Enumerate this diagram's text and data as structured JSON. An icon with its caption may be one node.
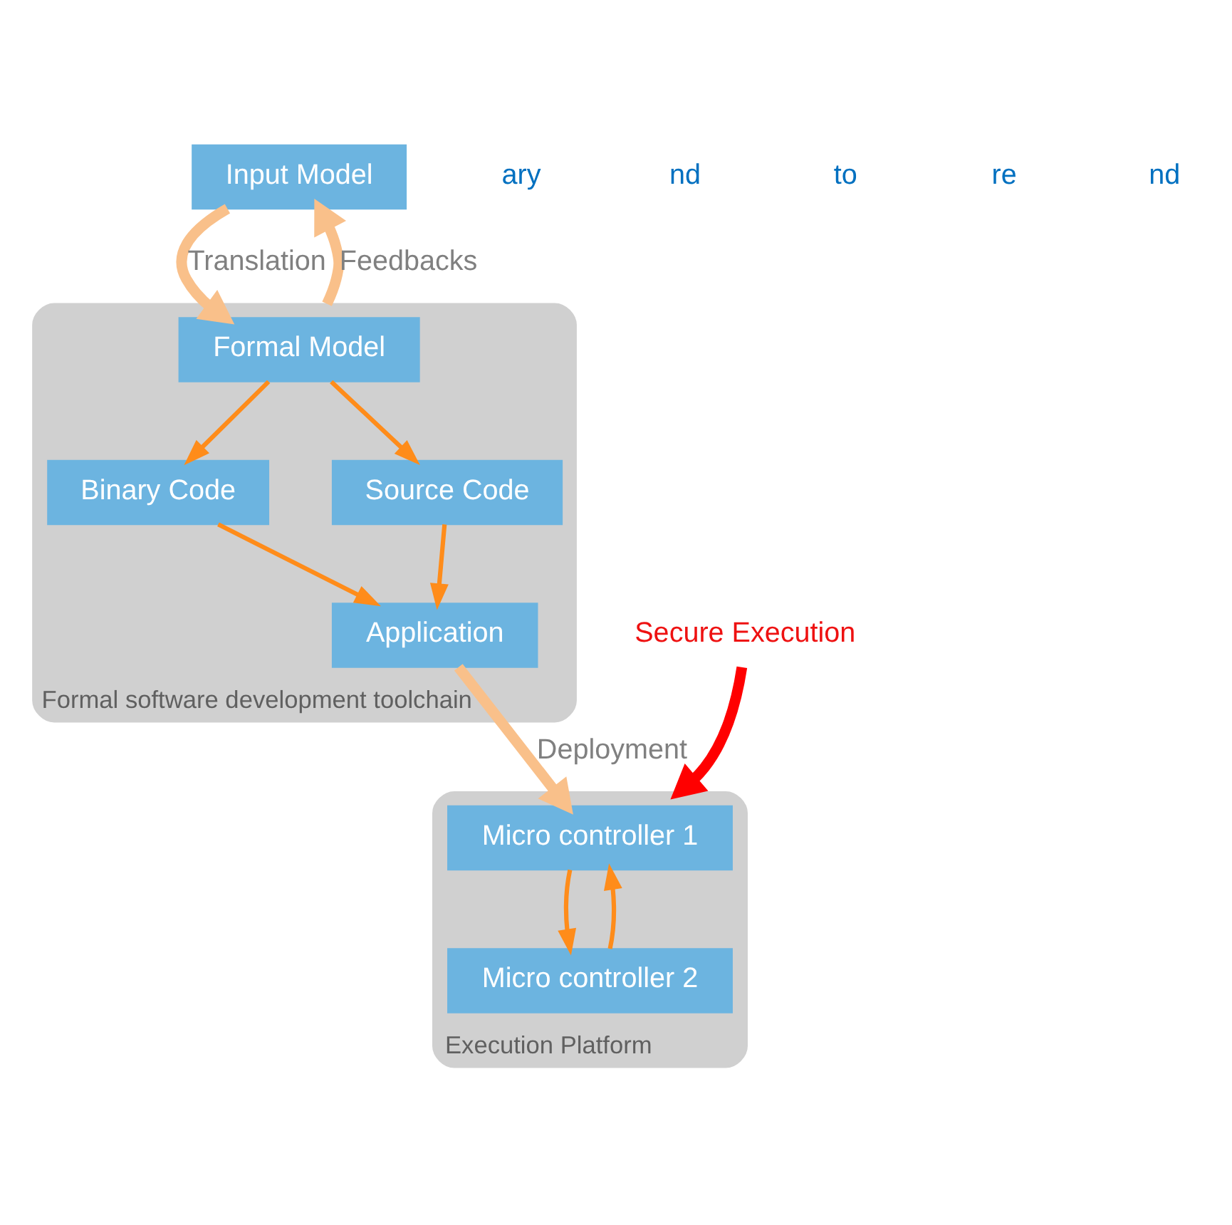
{
  "diagram": {
    "nodes": [
      {
        "text": [
          "Input Model"
        ]
      },
      {
        "text": [
          "Formal software development toolchain"
        ]
      },
      {
        "text": [
          "Formal Model"
        ],
        "in": 1
      },
      {
        "text": [
          "Binary Code"
        ],
        "in": 1
      },
      {
        "text": [
          "Source Code"
        ],
        "in": 1
      },
      {
        "text": [
          "Application"
        ],
        "in": 1
      },
      {
        "text": [
          "Execution Platform"
        ]
      },
      {
        "text": [
          "Micro controller 1"
        ],
        "in": 6
      },
      {
        "text": [
          "Micro controller 2"
        ],
        "in": 6
      },
      {
        "text": [
          "Secure Execution"
        ]
      }
    ],
    "edges": [
      {
        "from": 0,
        "to": 2,
        "arrow": "to",
        "label": "Translation",
        "style": "thick",
        "color": "#f9c08a"
      },
      {
        "from": 1,
        "to": 0,
        "arrow": "to",
        "label": "Feedbacks",
        "style": "thick",
        "color": "#f9c08a"
      },
      {
        "from": 2,
        "to": 3,
        "arrow": "to"
      },
      {
        "from": 2,
        "to": 4,
        "arrow": "to"
      },
      {
        "from": 3,
        "to": 5,
        "arrow": "to"
      },
      {
        "from": 4,
        "to": 5,
        "arrow": "to"
      },
      {
        "from": 5,
        "to": 7,
        "arrow": "to",
        "label": "Deployment",
        "style": "thick",
        "color": "#f9c08a"
      },
      {
        "from": 7,
        "to": 8,
        "arrow": "to"
      },
      {
        "from": 8,
        "to": 7,
        "arrow": "to"
      },
      {
        "from": 9,
        "to": 6,
        "arrow": "to",
        "style": "thick",
        "color": "#ff0000"
      }
    ],
    "labels": [
      "ary",
      "nd",
      "to",
      "re",
      "nd"
    ]
  }
}
